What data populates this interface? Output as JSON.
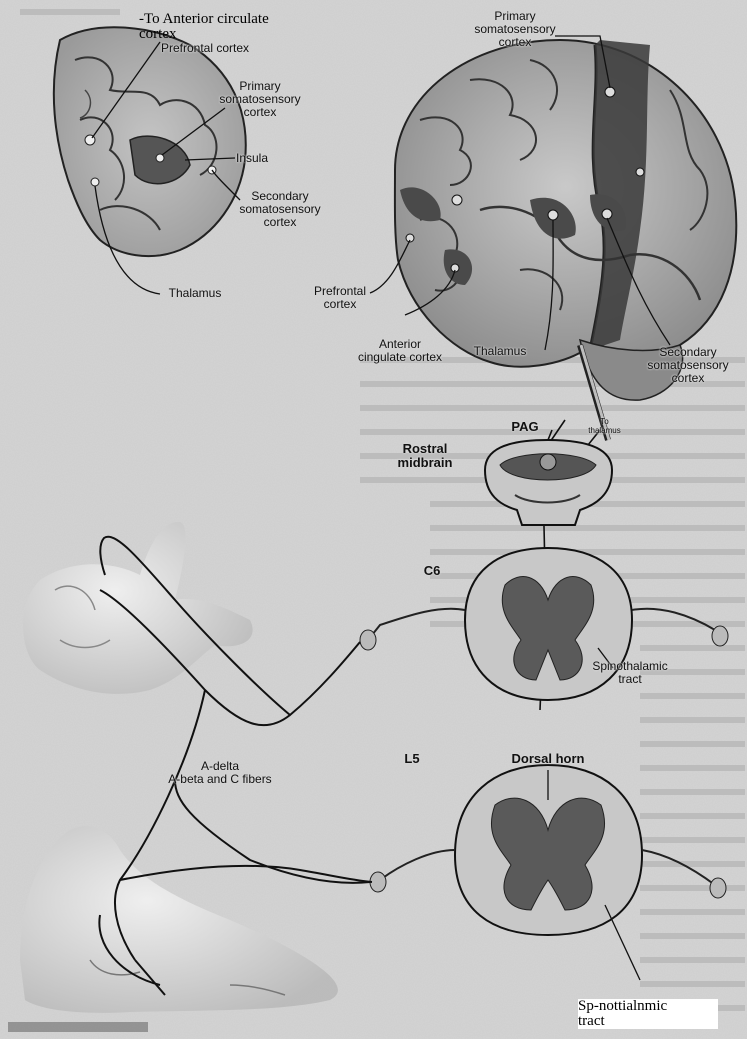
{
  "overlays": {
    "top_left": "-To Anterior circulate\ncortex",
    "bottom_right": "Sp-nottialnmic\ntract"
  },
  "labels": {
    "prefrontal_cortex_left": "Prefrontal cortex",
    "primary_somatosensory_left": "Primary\nsomatosensory\ncortex",
    "insula": "Insula",
    "secondary_somatosensory_left": "Secondary\nsomatosensory\ncortex",
    "thalamus_left": "Thalamus",
    "primary_somatosensory_right": "Primary\nsomatosensory\ncortex",
    "prefrontal_cortex_right": "Prefrontal\ncortex",
    "anterior_cingulate": "Anterior\ncingulate cortex",
    "thalamus_right": "Thalamus",
    "secondary_somatosensory_right": "Secondary\nsomatosensory\ncortex",
    "pag": "PAG",
    "to_thalamus": "To\nthalamus",
    "rostral_midbrain": "Rostral\nmidbrain",
    "c6": "C6",
    "spinothalamic_tract": "Spinothalamic\ntract",
    "l5": "L5",
    "dorsal_horn": "Dorsal horn",
    "fibers": "A-delta\nA-beta and C fibers"
  }
}
